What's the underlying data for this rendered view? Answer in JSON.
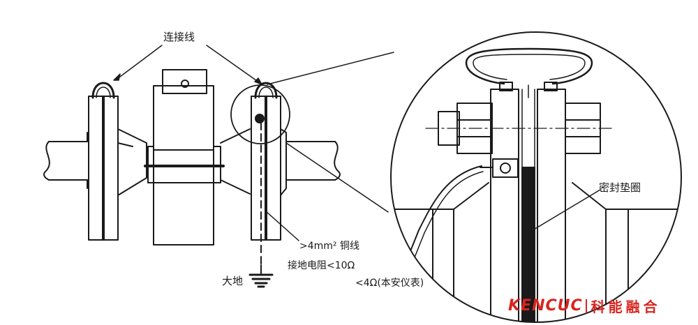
{
  "labels": {
    "connecting_wire": "连接线",
    "copper_wire": ">4mm² 铜线",
    "ground_resistance": "接地电阻<10Ω",
    "ground_resistance_2": "<4Ω(本安仪表)",
    "earth": "大地",
    "seal_gasket": "密封垫圈"
  },
  "logo": {
    "brand": "KENCUC",
    "chinese": "科能融合"
  },
  "colors": {
    "line": "#1a1a1a",
    "accent": "#d9241f"
  }
}
